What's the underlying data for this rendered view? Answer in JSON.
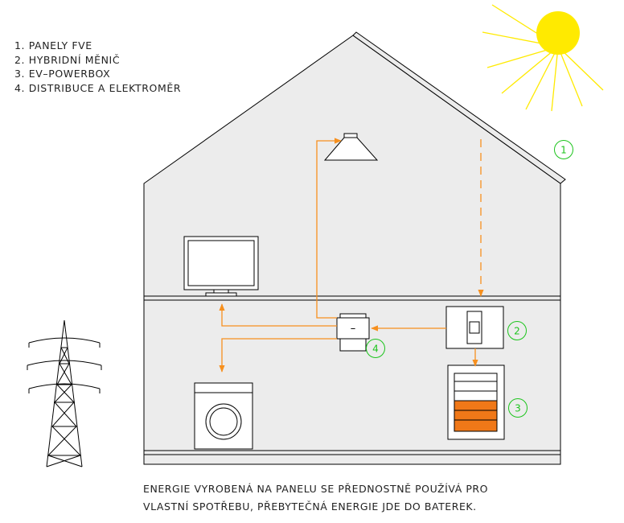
{
  "legend": {
    "items": [
      "1. PANELY FVE",
      "2. HYBRIDNÍ MĚNIČ",
      "3. EV–POWERBOX",
      "4. DISTRIBUCE A ELEKTROMĚR"
    ]
  },
  "markers": [
    "1",
    "2",
    "3",
    "4"
  ],
  "meter_symbol": "–",
  "caption": {
    "line1": "ENERGIE VYROBENÁ NA PANELU SE PŘEDNOSTNĚ POUŽÍVÁ PRO",
    "line2": "VLASTNÍ SPOTŘEBU, PŘEBYTEČNÁ ENERGIE JDE DO BATEREK."
  },
  "colors": {
    "house_fill": "#ececec",
    "line": "#000000",
    "flow_arrow": "#f7901e",
    "battery_charged": "#f07818",
    "marker": "#1cc41c",
    "sun": "#ffea00"
  }
}
